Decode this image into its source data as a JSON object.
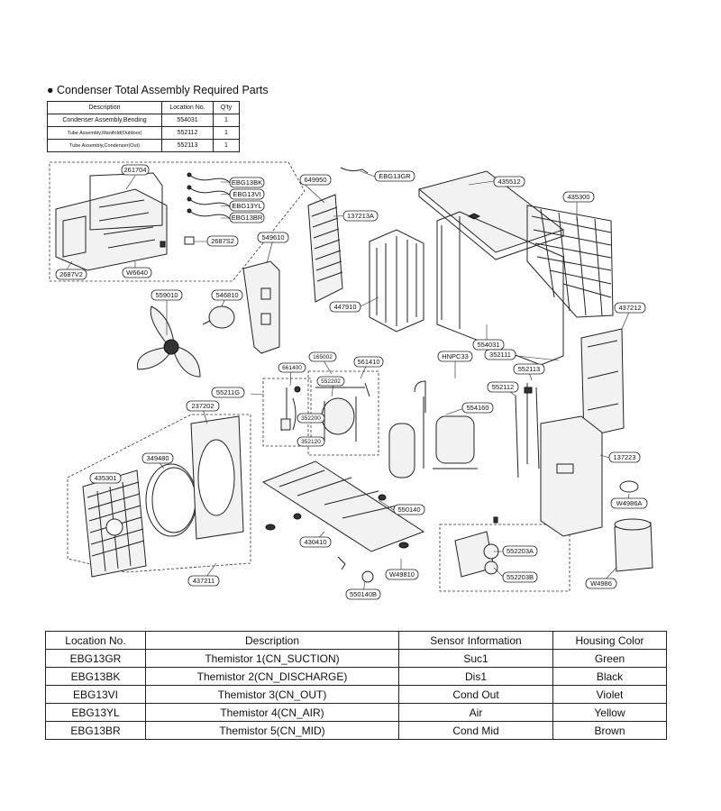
{
  "assembly": {
    "title": "● Condenser Total Assembly Required Parts",
    "headers": [
      "Description",
      "Location No.",
      "Q'ty"
    ],
    "rows": [
      [
        "Condenser Assembly,Bending",
        "554031",
        "1"
      ],
      [
        "Tube Assembly,Manifold(Outdoor)",
        "552112",
        "1"
      ],
      [
        "Tube Assembly,Condenser(Out)",
        "552113",
        "1"
      ]
    ]
  },
  "labels": {
    "l261704": "261704",
    "lEBG13BK": "EBG13BK",
    "lEBG13VI": "EBG13VI",
    "lEBG13YL": "EBG13YL",
    "lEBG13BR": "EBG13BR",
    "lEBG13GR": "EBG13GR",
    "l649950": "649950",
    "l435512": "435512",
    "l435300": "435300",
    "l137213A": "137213A",
    "l549610": "549610",
    "l2687S2": "2687S2",
    "l2687V2": "2687V2",
    "lW6640": "W6640",
    "l559010": "559010",
    "l546810": "546810",
    "l447910": "447910",
    "l554031": "554031",
    "l437212": "437212",
    "l352111": "352111",
    "lHNPC33": "HNPC33",
    "l165002": "165002",
    "l561410": "561410",
    "l661400": "661400",
    "l552202": "552202",
    "l55211G": "55211G",
    "l352200": "352200",
    "l352120": "352120",
    "l552113": "552113",
    "l552112": "552112",
    "l554160": "554160",
    "l137223": "137223",
    "l237202": "237202",
    "l349480": "349480",
    "l435301": "435301",
    "l550140": "550140",
    "l430410": "430410",
    "l552203A": "552203A",
    "l552203B": "552203B",
    "lW49810": "W49810",
    "l550140B": "550140B",
    "lW4986A": "W4986A",
    "lW4986": "W4986",
    "l437211": "437211"
  },
  "sensors": {
    "headers": [
      "Location No.",
      "Description",
      "Sensor Information",
      "Housing Color"
    ],
    "rows": [
      [
        "EBG13GR",
        "Themistor 1(CN_SUCTION)",
        "Suc1",
        "Green"
      ],
      [
        "EBG13BK",
        "Themistor 2(CN_DISCHARGE)",
        "Dis1",
        "Black"
      ],
      [
        "EBG13VI",
        "Themistor 3(CN_OUT)",
        "Cond Out",
        "Violet"
      ],
      [
        "EBG13YL",
        "Themistor 4(CN_AIR)",
        "Air",
        "Yellow"
      ],
      [
        "EBG13BR",
        "Themistor 5(CN_MID)",
        "Cond Mid",
        "Brown"
      ]
    ]
  }
}
